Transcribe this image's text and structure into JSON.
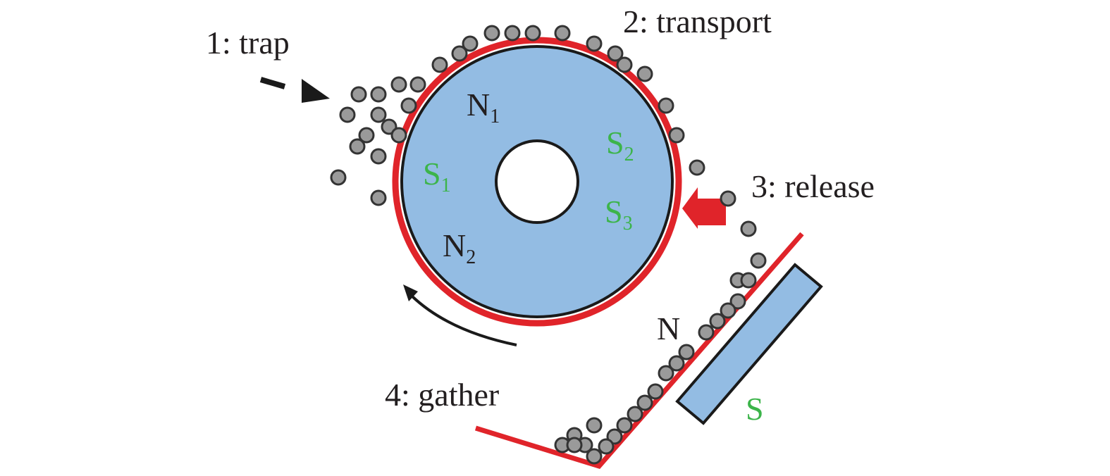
{
  "labels": {
    "trap": "1: trap",
    "transport": "2: transport",
    "release": "3: release",
    "gather": "4: gather"
  },
  "poles": {
    "n1": {
      "letter": "N",
      "sub": "1"
    },
    "n2": {
      "letter": "N",
      "sub": "2"
    },
    "s1": {
      "letter": "S",
      "sub": "1"
    },
    "s2": {
      "letter": "S",
      "sub": "2"
    },
    "s3": {
      "letter": "S",
      "sub": "3"
    },
    "n_plate": "N",
    "s_plate": "S"
  },
  "colors": {
    "text": "#231f20",
    "pole_s": "#3cb44a",
    "drum_fill": "#93bce3",
    "shell": "#e0242a",
    "particle_fill": "#9a9a9a",
    "particle_stroke": "#333333",
    "outline": "#1a1a1a"
  }
}
